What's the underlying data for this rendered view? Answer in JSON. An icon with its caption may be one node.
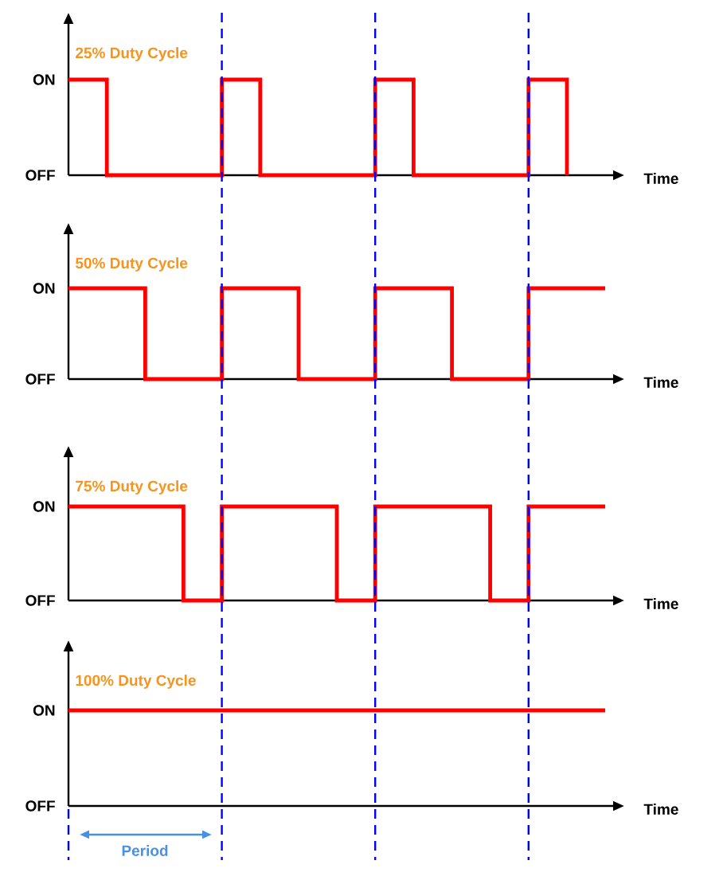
{
  "diagram": {
    "labels": [
      "25% Duty Cycle",
      "ON",
      "OFF",
      "Time",
      "50% Duty Cycle",
      "ON",
      "OFF",
      "Time",
      "75% Duty Cycle",
      "ON",
      "OFF",
      "Time",
      "100% Duty Cycle",
      "ON",
      "OFF",
      "Time",
      "Period"
    ]
  }
}
